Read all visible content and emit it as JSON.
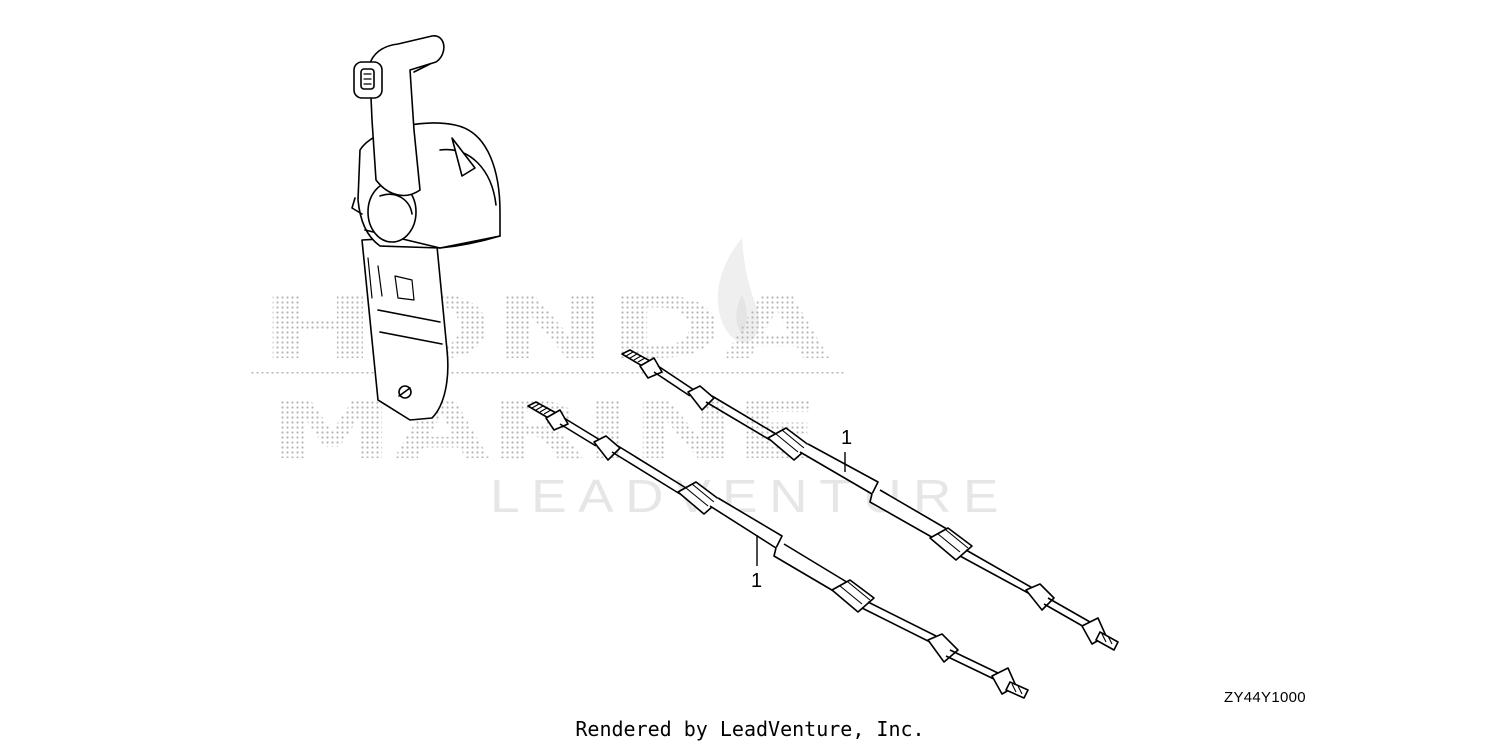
{
  "watermark": {
    "brand_line1": "HONDA",
    "brand_line2": "MARINE",
    "brand_line3": "LEADVENTURE"
  },
  "callouts": {
    "upper_cable": "1",
    "lower_cable": "1"
  },
  "diagram_code": "ZY44Y1000",
  "footer": {
    "credit": "Rendered by LeadVenture, Inc."
  }
}
